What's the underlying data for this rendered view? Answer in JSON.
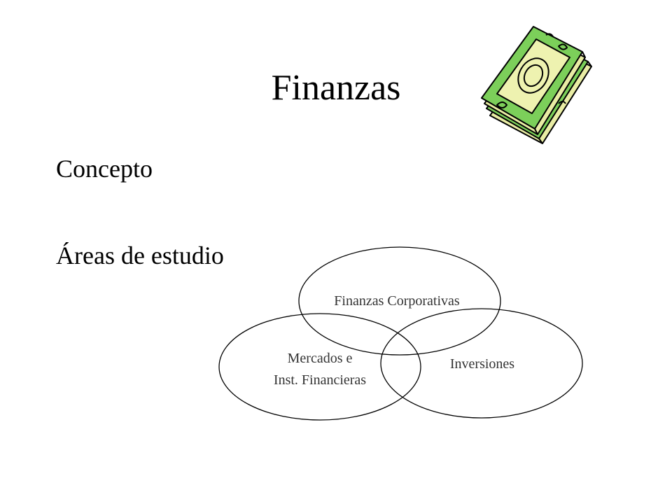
{
  "slide": {
    "title": "Finanzas",
    "bullets": [
      "Concepto",
      "Áreas de estudio"
    ]
  },
  "diagram": {
    "type": "venn",
    "sets": [
      {
        "label_lines": [
          "Finanzas Corporativas"
        ]
      },
      {
        "label_lines": [
          "Mercados e",
          "Inst. Financieras"
        ]
      },
      {
        "label_lines": [
          "Inversiones"
        ]
      }
    ]
  },
  "clipart": {
    "icon": "money-stack-icon",
    "colors": {
      "bill_green": "#7ccf5a",
      "bill_light": "#eef2b0",
      "outline": "#000000"
    }
  }
}
